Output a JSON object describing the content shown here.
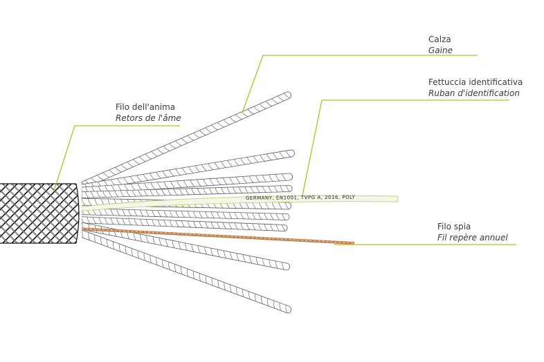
{
  "labels": {
    "calza": {
      "it": "Calza",
      "fr": "Gaine"
    },
    "fettuccia": {
      "it": "Fettuccia identificativa",
      "fr": "Ruban d'identification"
    },
    "filo_anima": {
      "it": "Filo dell'anima",
      "fr": "Retors de l'âme"
    },
    "filo_spia": {
      "it": "Filo spia",
      "fr": "Fil repère annuel"
    }
  },
  "tape_text": "GERMANY, EN1001, TVPG A, 2016, POLY",
  "colors": {
    "leader_line": "#a8c81e",
    "strand_outline": "#555555",
    "braid": "#111111",
    "spy_wire": "#c08050",
    "tape_fill": "#f4f6e6"
  }
}
